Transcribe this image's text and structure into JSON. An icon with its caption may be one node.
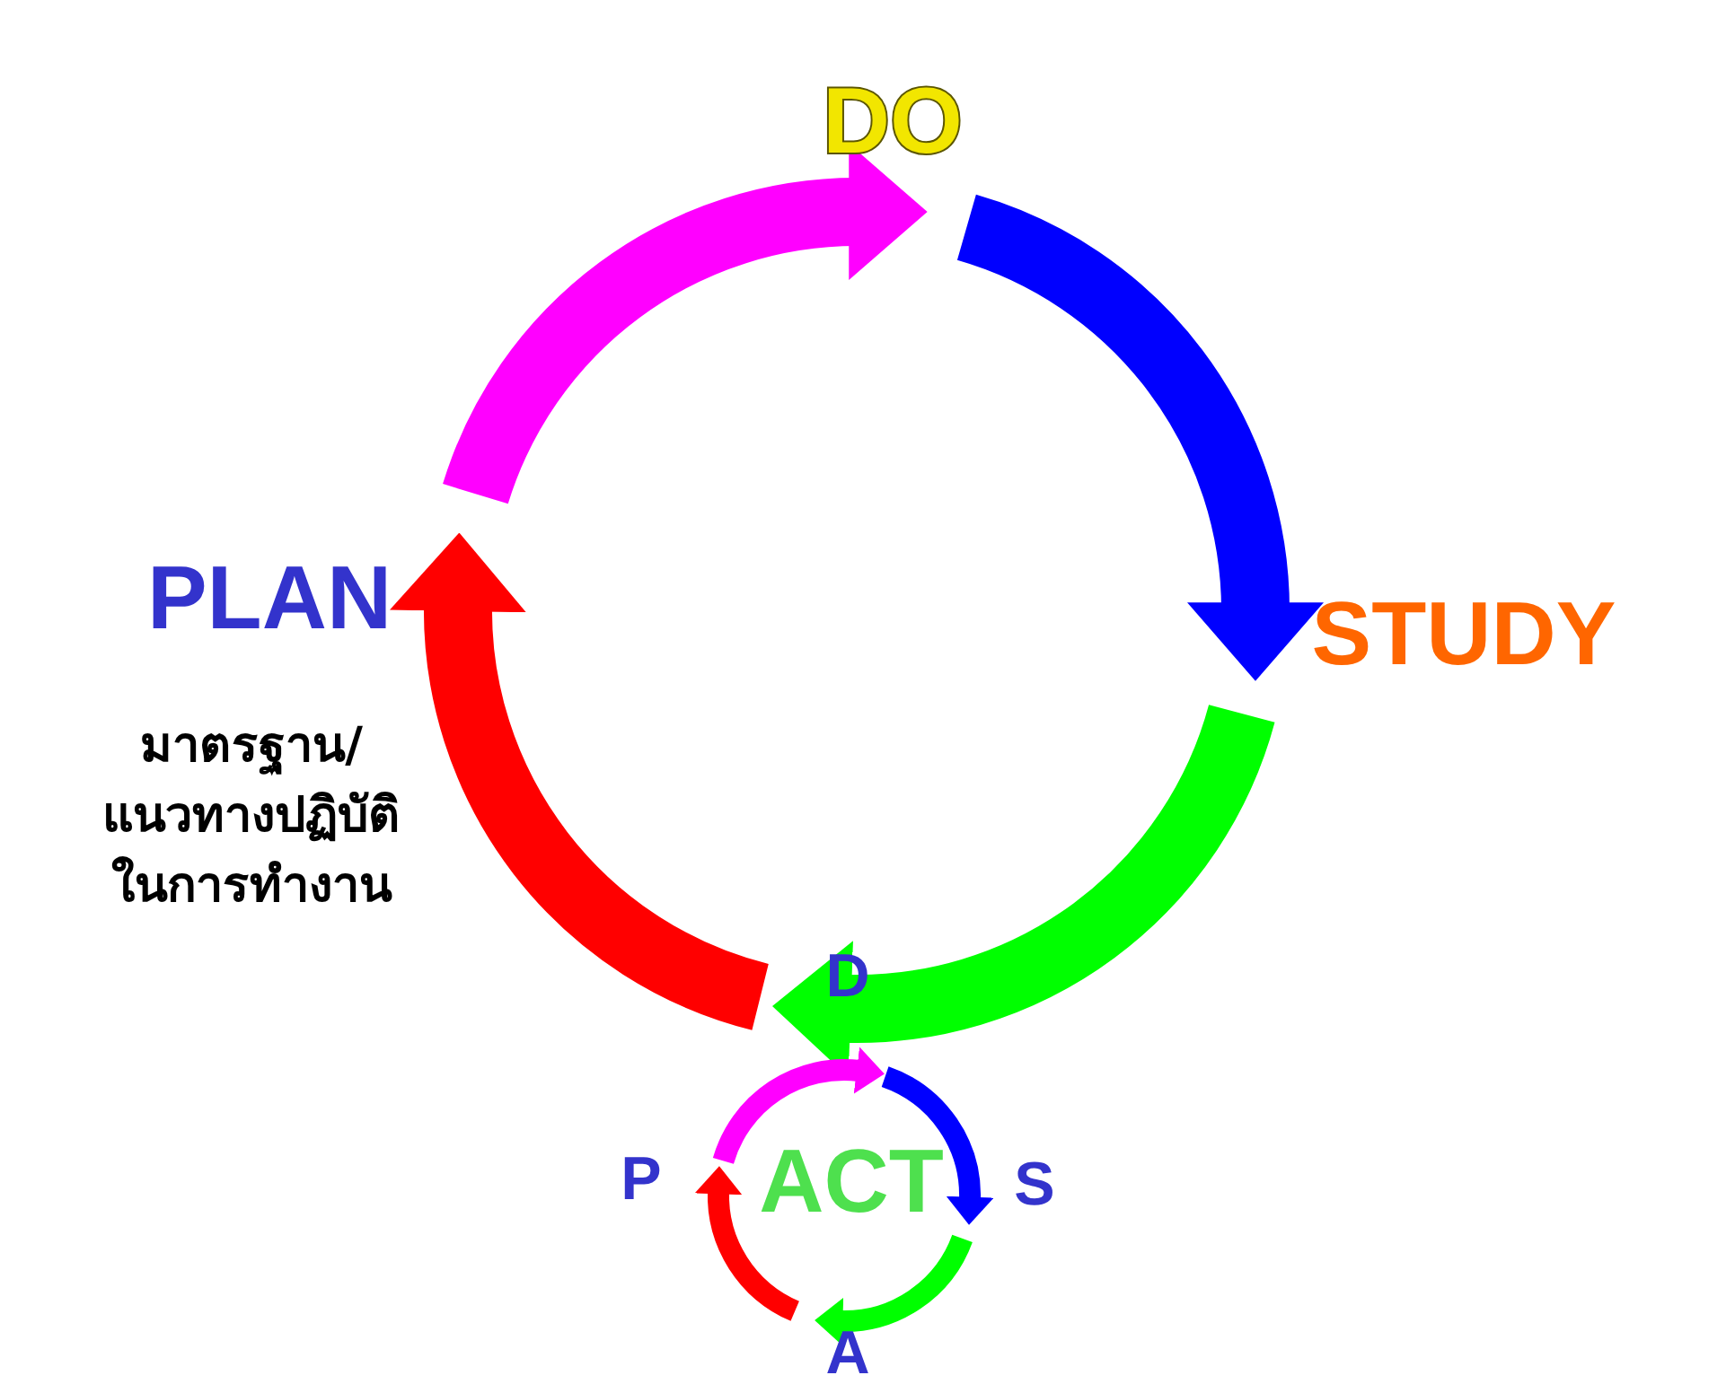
{
  "diagram": {
    "nodes": [
      {
        "text": [
          "DO"
        ]
      },
      {
        "text": [
          "STUDY"
        ]
      },
      {
        "text": [
          "ACT"
        ]
      },
      {
        "text": [
          "PLAN"
        ],
        "beside": [
          "มาตรฐาน/แนวทางปฏิบัติในการทำงาน"
        ]
      },
      {
        "text": [
          "D"
        ]
      },
      {
        "text": [
          "S"
        ],
        "in": 2
      },
      {
        "text": [
          "A"
        ],
        "in": 2
      },
      {
        "text": [
          "P"
        ],
        "in": 2
      }
    ],
    "edges": [
      {
        "from": 3,
        "to": 0,
        "arrow": "to",
        "style": "thick",
        "color": "#ff00ff"
      },
      {
        "from": 0,
        "to": 1,
        "arrow": "to",
        "style": "thick",
        "color": "#0000ff"
      },
      {
        "from": 1,
        "to": 4,
        "arrow": "to",
        "style": "thick",
        "color": "#00ff00"
      },
      {
        "from": 4,
        "to": 3,
        "arrow": "to",
        "style": "thick",
        "color": "#ff0000"
      },
      {
        "from": 7,
        "to": 4,
        "arrow": "to",
        "color": "#ff00ff"
      },
      {
        "from": 4,
        "to": 5,
        "arrow": "to",
        "color": "#0000ff"
      },
      {
        "from": 5,
        "to": 6,
        "arrow": "to",
        "color": "#00ff00"
      },
      {
        "from": 6,
        "to": 7,
        "arrow": "to",
        "color": "#ff0000"
      }
    ]
  }
}
